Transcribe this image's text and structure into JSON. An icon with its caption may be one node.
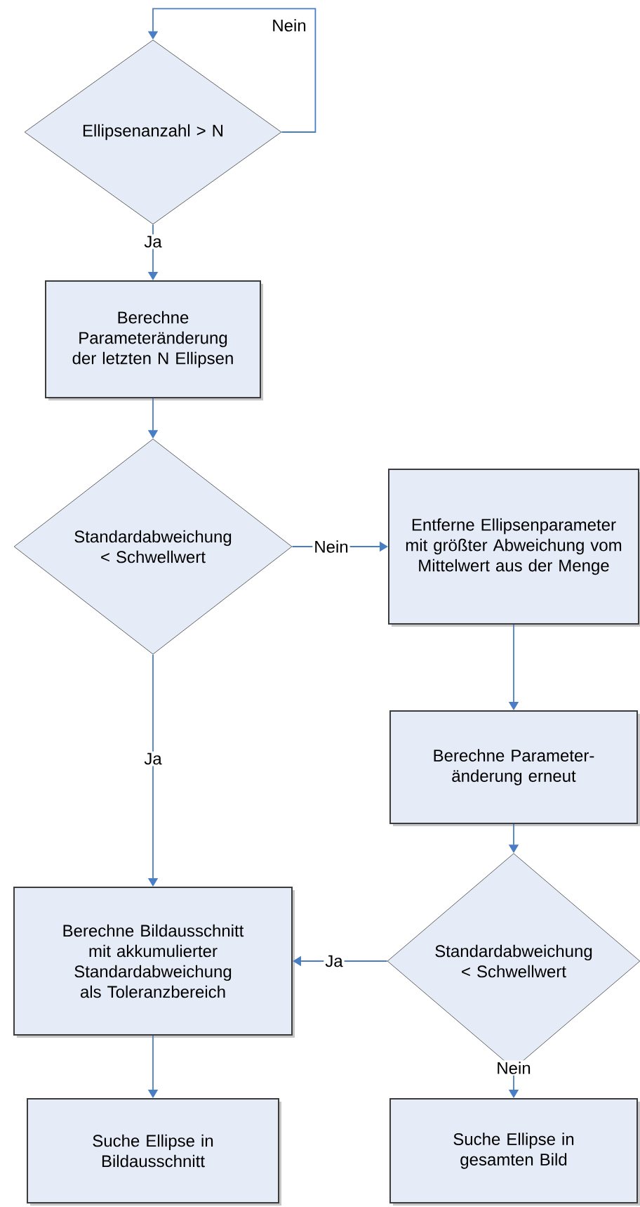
{
  "diagram": {
    "nodes": [
      {
        "text": [
          "Ellipsenanzahl > N"
        ]
      },
      {
        "text": [
          "Berechne Parameteränderung der letzten N Ellipsen"
        ]
      },
      {
        "text": [
          "Standardabweichung < Schwellwert"
        ]
      },
      {
        "text": [
          "Entferne Ellipsenparameter mit größter Abweichung vom Mittelwert aus der Menge"
        ]
      },
      {
        "text": [
          "Berechne Parameter- änderung erneut"
        ]
      },
      {
        "text": [
          "Standardabweichung < Schwellwert"
        ]
      },
      {
        "text": [
          "Berechne Bildausschnitt mit akkumulierter Standardabweichung als Toleranzbereich"
        ]
      },
      {
        "text": [
          "Suche Ellipse in Bildausschnitt"
        ]
      },
      {
        "text": [
          "Suche Ellipse in gesamten Bild"
        ]
      }
    ],
    "edges": [
      {
        "from": 0,
        "to": 0,
        "arrow": "to",
        "label": "Nein"
      },
      {
        "from": 0,
        "to": 1,
        "arrow": "to",
        "label": "Ja"
      },
      {
        "from": 1,
        "to": 2,
        "arrow": "to"
      },
      {
        "from": 2,
        "to": 3,
        "arrow": "to",
        "label": "Nein"
      },
      {
        "from": 2,
        "to": 6,
        "arrow": "to",
        "label": "Ja"
      },
      {
        "from": 3,
        "to": 4,
        "arrow": "to"
      },
      {
        "from": 4,
        "to": 5,
        "arrow": "to"
      },
      {
        "from": 5,
        "to": 6,
        "arrow": "to",
        "label": "Ja"
      },
      {
        "from": 5,
        "to": 8,
        "arrow": "to",
        "label": "Nein"
      },
      {
        "from": 6,
        "to": 7,
        "arrow": "to"
      }
    ]
  }
}
